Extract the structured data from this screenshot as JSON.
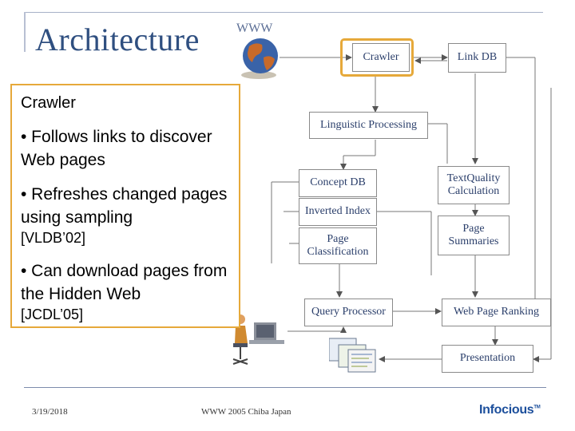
{
  "slide": {
    "title": "Architecture",
    "www_label": "WWW"
  },
  "diagram": {
    "nodes": {
      "crawler": "Crawler",
      "link_db": "Link DB",
      "linguistic": "Linguistic Processing",
      "concept_db": "Concept DB",
      "inverted_index": "Inverted Index",
      "page_classification": "Page Classification",
      "text_quality": "TextQuality Calculation",
      "page_summaries": "Page Summaries",
      "query_processor": "Query Processor",
      "web_page_ranking": "Web Page Ranking",
      "presentation": "Presentation"
    }
  },
  "callout": {
    "title": "Crawler",
    "bullets": [
      {
        "text": "• Follows links to discover Web pages",
        "ref": ""
      },
      {
        "text": "• Refreshes changed pages using sampling",
        "ref": "[VLDB’02]"
      },
      {
        "text": "• Can download pages from the Hidden Web",
        "ref": "[JCDL’05]"
      }
    ]
  },
  "footer": {
    "date": "3/19/2018",
    "conference": "WWW 2005 Chiba Japan",
    "logo": "Infocious",
    "logo_mark": "TM"
  },
  "colors": {
    "title": "#2f4f80",
    "callout_border": "#e6a93a",
    "box_border": "#8a8a8a",
    "logo": "#1c4f9c"
  }
}
